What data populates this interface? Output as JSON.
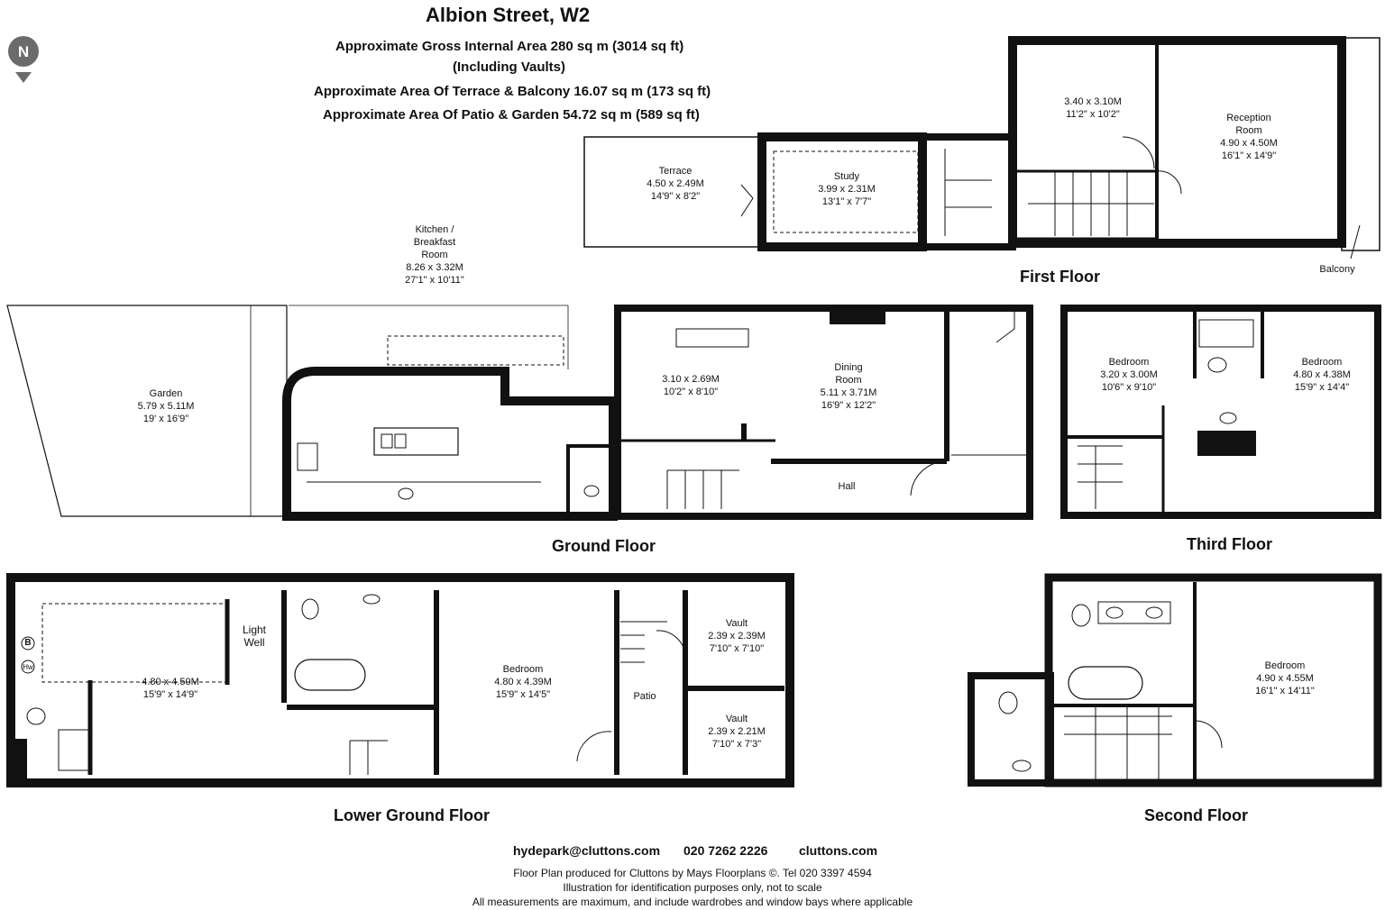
{
  "header": {
    "title": "Albion Street, W2",
    "area_line1": "Approximate Gross Internal Area  280 sq m  (3014 sq ft)",
    "area_line2": "(Including Vaults)",
    "area_line3": "Approximate Area Of Terrace & Balcony 16.07 sq m  (173 sq ft)",
    "area_line4": "Approximate Area Of Patio & Garden 54.72 sq m  (589 sq ft)"
  },
  "compass": {
    "letter": "N",
    "icon": "north-compass-icon"
  },
  "floors": {
    "first": "First Floor",
    "ground": "Ground Floor",
    "third": "Third Floor",
    "lower_ground": "Lower Ground Floor",
    "second": "Second Floor"
  },
  "rooms": {
    "terrace": {
      "name": "Terrace",
      "metric": "4.50 x 2.49M",
      "imperial": "14'9\" x 8'2\""
    },
    "study": {
      "name": "Study",
      "metric": "3.99 x 2.31M",
      "imperial": "13'1\" x 7'7\""
    },
    "first_room": {
      "metric": "3.40 x 3.10M",
      "imperial": "11'2\" x 10'2\""
    },
    "reception": {
      "name1": "Reception",
      "name2": "Room",
      "metric": "4.90 x 4.50M",
      "imperial": "16'1\" x 14'9\""
    },
    "balcony": {
      "name": "Balcony"
    },
    "kitchen": {
      "name1": "Kitchen /",
      "name2": "Breakfast",
      "name3": "Room",
      "metric": "8.26 x 3.32M",
      "imperial": "27'1\" x 10'11\""
    },
    "garden": {
      "name": "Garden",
      "metric": "5.79 x 5.11M",
      "imperial": "19' x 16'9\""
    },
    "ground_room": {
      "metric": "3.10 x 2.69M",
      "imperial": "10'2\" x 8'10\""
    },
    "dining": {
      "name1": "Dining",
      "name2": "Room",
      "metric": "5.11 x 3.71M",
      "imperial": "16'9\" x 12'2\""
    },
    "hall": {
      "name": "Hall"
    },
    "third_bed1": {
      "name": "Bedroom",
      "metric": "3.20 x 3.00M",
      "imperial": "10'6\" x 9'10\""
    },
    "third_bed2": {
      "name": "Bedroom",
      "metric": "4.80 x 4.38M",
      "imperial": "15'9\" x 14'4\""
    },
    "lg_room": {
      "metric": "4.80 x 4.50M",
      "imperial": "15'9\" x 14'9\""
    },
    "light_well": {
      "name1": "Light",
      "name2": "Well"
    },
    "lg_bed": {
      "name": "Bedroom",
      "metric": "4.80 x 4.39M",
      "imperial": "15'9\" x 14'5\""
    },
    "patio": {
      "name": "Patio"
    },
    "vault1": {
      "name": "Vault",
      "metric": "2.39 x 2.39M",
      "imperial": "7'10\" x 7'10\""
    },
    "vault2": {
      "name": "Vault",
      "metric": "2.39 x 2.21M",
      "imperial": "7'10\" x 7'3\""
    },
    "second_bed": {
      "name": "Bedroom",
      "metric": "4.90 x 4.55M",
      "imperial": "16'1\" x 14'11\""
    },
    "boiler": "B",
    "hw": "Hw"
  },
  "footer": {
    "email": "hydepark@cluttons.com",
    "phone": "020 7262 2226",
    "website": "cluttons.com",
    "line1": "Floor Plan produced for Cluttons by Mays Floorplans  ©. Tel 020 3397 4594",
    "line2": "Illustration for identification purposes only, not to scale",
    "line3": "All measurements are maximum, and include wardrobes and window bays where applicable"
  }
}
